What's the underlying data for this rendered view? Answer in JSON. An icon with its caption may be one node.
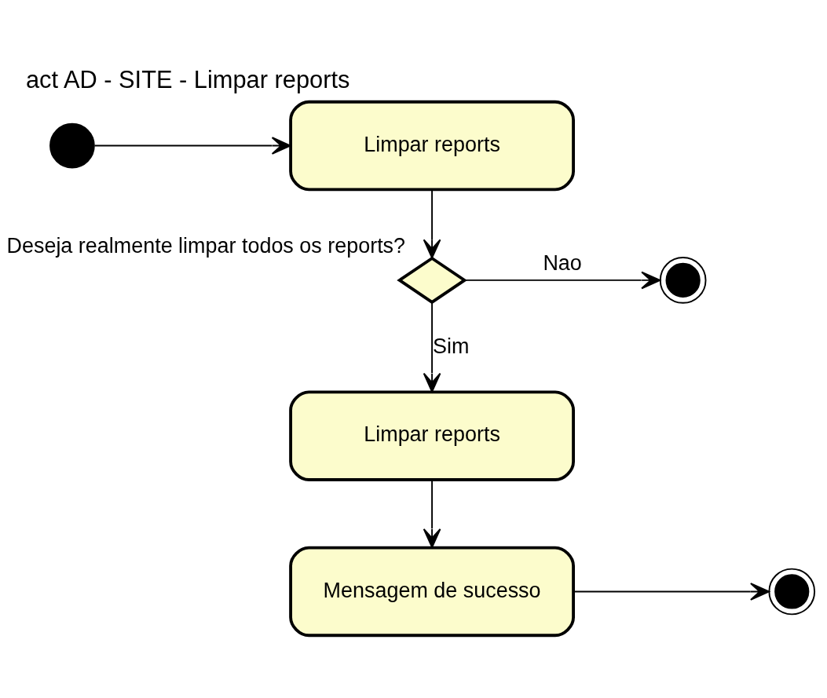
{
  "diagram": {
    "title": "act AD - SITE - Limpar reports",
    "nodes": [
      {
        "text": [],
        "shape": "circle"
      },
      {
        "text": [
          "Limpar reports"
        ]
      },
      {
        "text": [],
        "shape": "diamond",
        "beside": [
          "Deseja realmente limpar todos os reports?"
        ]
      },
      {
        "text": [],
        "shape": "bullseye"
      },
      {
        "text": [
          "Limpar reports"
        ]
      },
      {
        "text": [
          "Mensagem de sucesso"
        ]
      },
      {
        "text": [],
        "shape": "bullseye"
      }
    ],
    "edges": [
      {
        "from": 0,
        "to": 1,
        "arrow": "to"
      },
      {
        "from": 1,
        "to": 2,
        "arrow": "to"
      },
      {
        "from": 2,
        "to": 3,
        "arrow": "to",
        "label": "Nao"
      },
      {
        "from": 2,
        "to": 4,
        "arrow": "to",
        "label": "Sim"
      },
      {
        "from": 4,
        "to": 5,
        "arrow": "to"
      },
      {
        "from": 5,
        "to": 6,
        "arrow": "to"
      }
    ]
  }
}
